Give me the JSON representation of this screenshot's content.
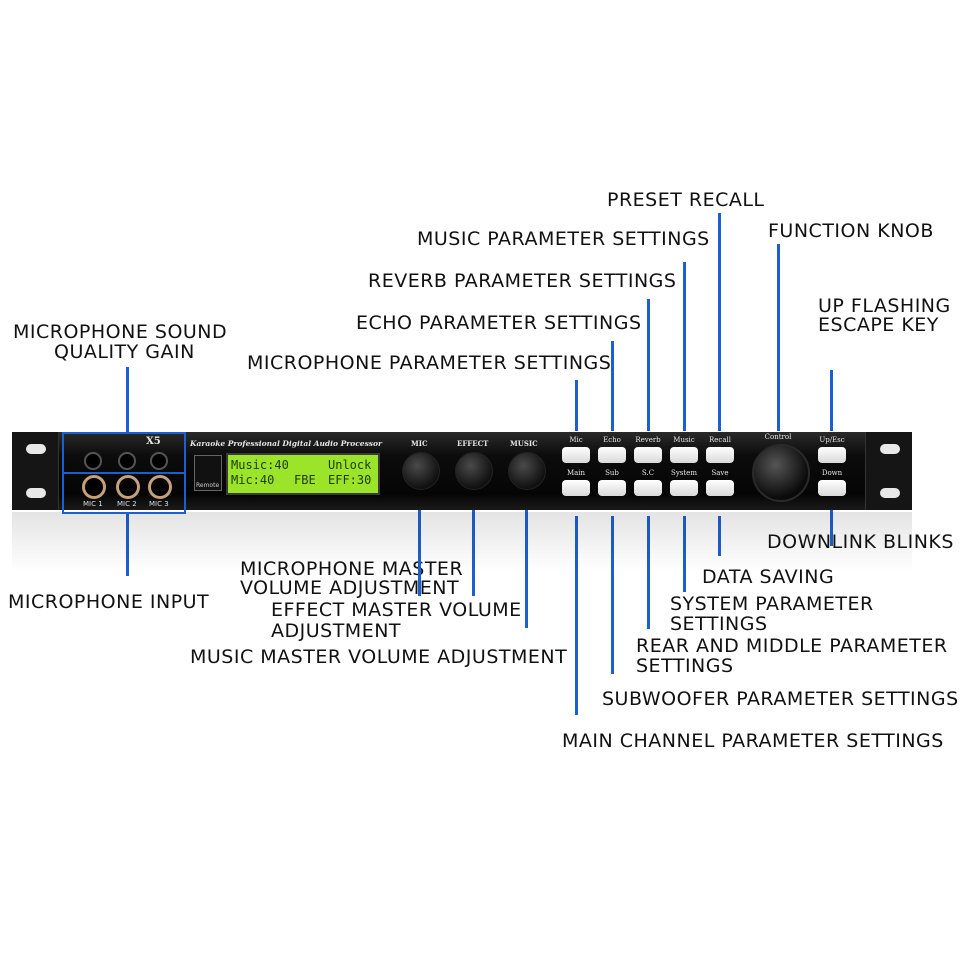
{
  "callouts": {
    "preset_recall": "PRESET RECALL",
    "function_knob": "FUNCTION KNOB",
    "music_params": "MUSIC PARAMETER SETTINGS",
    "reverb_params": "REVERB PARAMETER SETTINGS",
    "up_flashing_1": "UP FLASHING",
    "up_flashing_2": "ESCAPE KEY",
    "echo_params": "ECHO PARAMETER SETTINGS",
    "mic_quality_1": "MICROPHONE SOUND",
    "mic_quality_2": "QUALITY GAIN",
    "mic_params": "MICROPHONE PARAMETER SETTINGS",
    "downlink": "DOWNLINK BLINKS",
    "mic_master_1": "MICROPHONE MASTER",
    "mic_master_2": "VOLUME ADJUSTMENT",
    "data_saving": "DATA SAVING",
    "effect_master_1": "EFFECT MASTER VOLUME",
    "effect_master_2": "ADJUSTMENT",
    "mic_input": "MICROPHONE INPUT",
    "system_params_1": "SYSTEM PARAMETER",
    "system_params_2": "SETTINGS",
    "rear_middle_1": "REAR AND MIDDLE PARAMETER",
    "rear_middle_2": "SETTINGS",
    "music_master": "MUSIC MASTER VOLUME ADJUSTMENT",
    "subwoofer": "SUBWOOFER PARAMETER SETTINGS",
    "main_channel": "MAIN CHANNEL PARAMETER SETTINGS"
  },
  "device": {
    "model": "X5",
    "title": "Karaoke Professional Digital Audio Processor",
    "remote_label": "Remote",
    "mic_jacks": [
      "MIC 1",
      "MIC 2",
      "MIC 3"
    ],
    "lcd_line1_left": "Music:40",
    "lcd_line1_right": "Unlock",
    "lcd_line2_left": "Mic:40",
    "lcd_line2_mid": "FBE",
    "lcd_line2_right": "EFF:30",
    "knob_labels": [
      "MIC",
      "EFFECT",
      "MUSIC"
    ],
    "buttons_top": [
      "Mic",
      "Echo",
      "Reverb",
      "Music",
      "Recall"
    ],
    "buttons_bottom": [
      "Main",
      "Sub",
      "S.C",
      "System",
      "Save"
    ],
    "control_label": "Control",
    "upesc_label": "Up/Esc",
    "down_label": "Down"
  },
  "colors": {
    "callout_line": "#1c5fd0",
    "lcd_background": "#9be42a",
    "jack_ring": "#c7a07a"
  }
}
